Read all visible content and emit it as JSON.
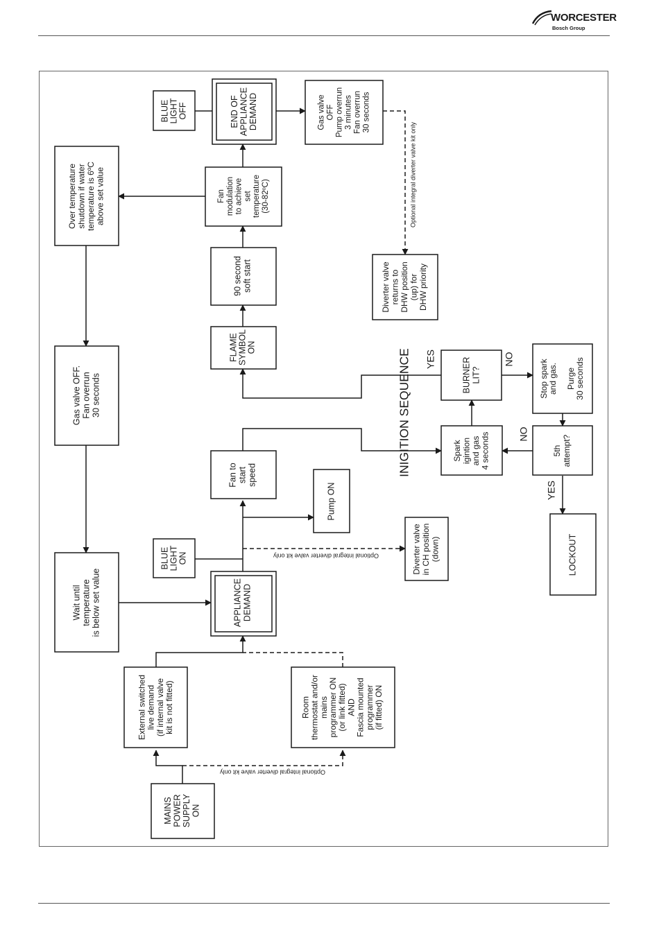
{
  "header": {
    "brand": "WORCESTER",
    "brand_sub": "Bosch Group"
  },
  "nodes": [
    {
      "id": "mains",
      "lines": [
        "MAINS",
        "POWER",
        "SUPPLY",
        "ON"
      ]
    },
    {
      "id": "external_live",
      "lines": [
        "External switched",
        "live demand",
        "(if internal valve",
        "kit is not fitted)"
      ]
    },
    {
      "id": "room_thermostat",
      "lines": [
        "Room",
        "thermostat and/or",
        "mains",
        "programmer ON",
        "(or link fitted)",
        "AND",
        "Fascia mounted",
        "programmer",
        "(if fitted) ON"
      ]
    },
    {
      "id": "wait_until",
      "lines": [
        "Wait until",
        "temperature",
        "is below set value"
      ]
    },
    {
      "id": "appliance_demand",
      "lines": [
        "APPLIANCE",
        "DEMAND"
      ]
    },
    {
      "id": "blue_light_on",
      "lines": [
        "BLUE",
        "LIGHT",
        "ON"
      ]
    },
    {
      "id": "diverter_ch",
      "lines": [
        "Diverter valve",
        "in CH position",
        "(down)"
      ]
    },
    {
      "id": "pump_on",
      "lines": [
        "Pump ON"
      ]
    },
    {
      "id": "fan_start",
      "lines": [
        "Fan to",
        "start",
        "speed"
      ]
    },
    {
      "id": "gas_valve_off_fan",
      "lines": [
        "Gas valve OFF.",
        "Fan overrun",
        "30 seconds"
      ]
    },
    {
      "id": "over_temp",
      "lines": [
        "Over temperature",
        "shutdown if water",
        "temperature is 6ºC",
        "above set value"
      ]
    },
    {
      "id": "flame_symbol",
      "lines": [
        "FLAME",
        "SYMBOL",
        "ON"
      ]
    },
    {
      "id": "soft_start",
      "lines": [
        "90 second",
        "soft start"
      ]
    },
    {
      "id": "fan_modulation",
      "lines": [
        "Fan",
        "modulation",
        "to achieve",
        "set",
        "temperature",
        "(30-82ºC)"
      ]
    },
    {
      "id": "blue_light_off",
      "lines": [
        "BLUE",
        "LIGHT",
        "OFF"
      ]
    },
    {
      "id": "end_demand",
      "lines": [
        "END OF",
        "APPLIANCE",
        "DEMAND"
      ]
    },
    {
      "id": "gas_valve_off_pump",
      "lines": [
        "Gas valve",
        "OFF",
        "Pump overrun",
        "3 minutes",
        "Fan overrun",
        "30 seconds"
      ]
    },
    {
      "id": "diverter_dhw",
      "lines": [
        "Diverter valve",
        "returns to",
        "DHW position",
        "(up) for",
        "DHW priority"
      ]
    },
    {
      "id": "spark",
      "lines": [
        "Spark",
        "igintion",
        "and gas",
        "4 seconds"
      ]
    },
    {
      "id": "burner_lit",
      "lines": [
        "BURNER",
        "LIT?"
      ]
    },
    {
      "id": "stop_spark",
      "lines": [
        "Stop spark",
        "and gas.",
        "",
        "Purge",
        "30 seconds"
      ]
    },
    {
      "id": "fifth_attempt",
      "lines": [
        "5th",
        "attempt?"
      ]
    },
    {
      "id": "lockout",
      "lines": [
        "LOCKOUT"
      ]
    }
  ],
  "labels": {
    "ignition_sequence": "INIGITION SEQUENCE",
    "yes_burner": "YES",
    "no_burner": "NO",
    "no_attempt": "NO",
    "yes_attempt": "YES",
    "optional_kit_1": "Optional integral diverter valve kit only",
    "optional_kit_2": "Optional integral diverter valve kit only",
    "optional_kit_3": "Optional integral diverter valve kit only"
  }
}
